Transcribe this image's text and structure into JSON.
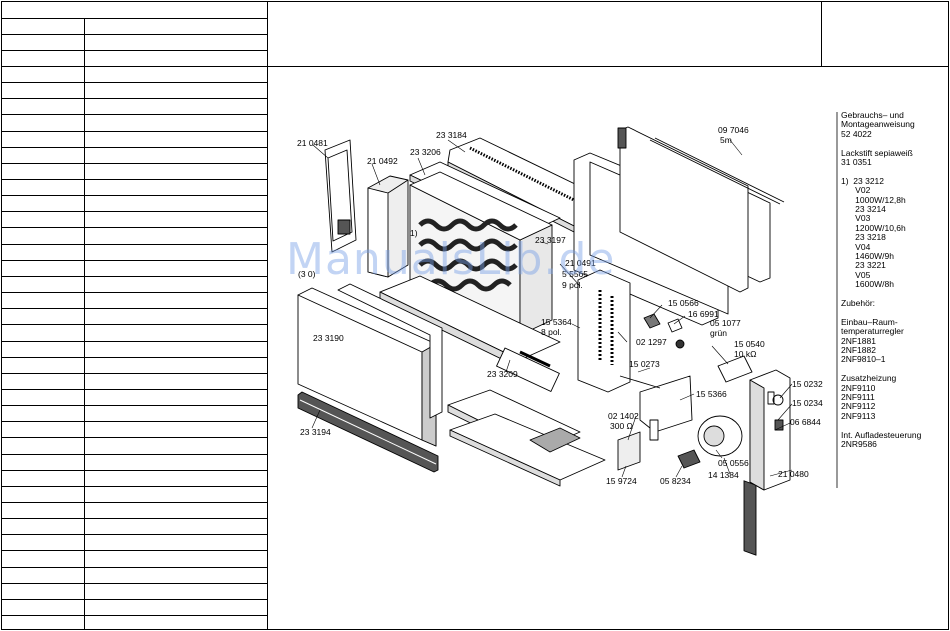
{
  "parts": [
    {
      "id": "p-210481",
      "text": "21 0481"
    },
    {
      "id": "p-210492",
      "text": "21 0492"
    },
    {
      "id": "p-233206",
      "text": "23 3206"
    },
    {
      "id": "p-233184",
      "text": "23 3184"
    },
    {
      "id": "p-097046",
      "text": "09 7046"
    },
    {
      "id": "p-5m",
      "text": "5m"
    },
    {
      "id": "p-1",
      "text": "1)"
    },
    {
      "id": "p-233197",
      "text": "23 3197"
    },
    {
      "id": "p-210491",
      "text": "21 0491"
    },
    {
      "id": "p-5565",
      "text": "5 5565"
    },
    {
      "id": "p-9pol",
      "text": "9 pol."
    },
    {
      "id": "p-3x",
      "text": "(3 0)"
    },
    {
      "id": "p-233190",
      "text": "23 3190"
    },
    {
      "id": "p-155364",
      "text": "15 5364"
    },
    {
      "id": "p-8pol",
      "text": "8 pol."
    },
    {
      "id": "p-021297",
      "text": "02 1297"
    },
    {
      "id": "p-150566",
      "text": "15 0566"
    },
    {
      "id": "p-166991",
      "text": "16 6991"
    },
    {
      "id": "p-051077",
      "text": "05 1077"
    },
    {
      "id": "p-gruen",
      "text": "grün"
    },
    {
      "id": "p-150540",
      "text": "15 0540"
    },
    {
      "id": "p-10k",
      "text": "10 kΩ"
    },
    {
      "id": "p-233209",
      "text": "23 3209"
    },
    {
      "id": "p-150273",
      "text": "15 0273"
    },
    {
      "id": "p-155366",
      "text": "15 5366"
    },
    {
      "id": "p-150232",
      "text": "15 0232"
    },
    {
      "id": "p-150234",
      "text": "15 0234"
    },
    {
      "id": "p-066844",
      "text": "06 6844"
    },
    {
      "id": "p-233194",
      "text": "23 3194"
    },
    {
      "id": "p-021402",
      "text": "02 1402"
    },
    {
      "id": "p-300",
      "text": "300 Ω"
    },
    {
      "id": "p-050556",
      "text": "05 0556"
    },
    {
      "id": "p-141384",
      "text": "14 1384"
    },
    {
      "id": "p-210480",
      "text": "21 0480"
    },
    {
      "id": "p-159724",
      "text": "15 9724"
    },
    {
      "id": "p-058234",
      "text": "05 8234"
    }
  ],
  "notes": [
    "Gebrauchs– und",
    "Montageanweisung",
    "52 4022",
    "",
    "Lackstift sepiaweiß",
    "31 0351",
    "",
    "1)  23 3212",
    "      V02",
    "      1000W/12,8h",
    "      23 3214",
    "      V03",
    "      1200W/10,6h",
    "      23 3218",
    "      V04",
    "      1460W/9h",
    "      23 3221",
    "      V05",
    "      1600W/8h",
    "",
    "Zubehör:",
    "",
    "Einbau–Raum-",
    "temperaturregler",
    "2NF1881",
    "2NF1882",
    "2NF9810–1",
    "",
    "Zusatzheizung",
    "2NF9110",
    "2NF9111",
    "2NF9112",
    "2NF9113",
    "",
    "Int. Aufladesteuerung",
    "2NR9586"
  ],
  "watermark": "ManualsLib.de",
  "colors": {
    "line": "#000000",
    "watermark": "#7aa0e6"
  }
}
